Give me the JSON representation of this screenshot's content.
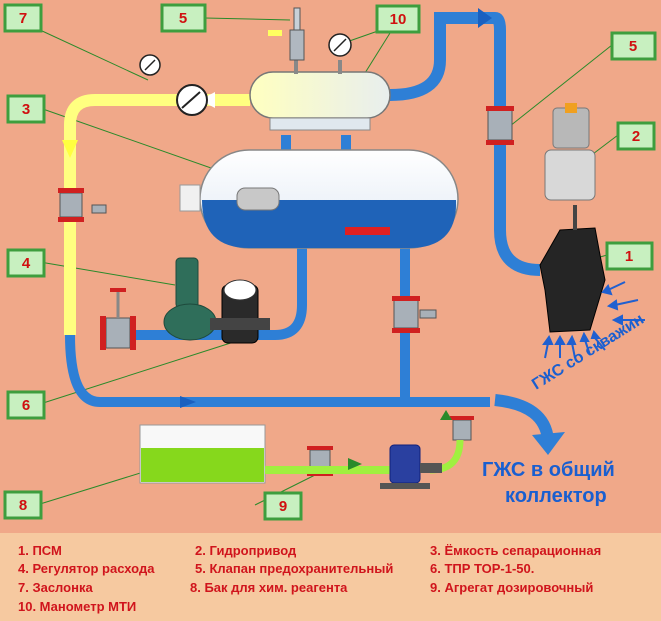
{
  "callouts": [
    {
      "num": "1"
    },
    {
      "num": "2"
    },
    {
      "num": "3"
    },
    {
      "num": "4"
    },
    {
      "num": "5"
    },
    {
      "num": "6"
    },
    {
      "num": "7"
    },
    {
      "num": "8"
    },
    {
      "num": "9"
    },
    {
      "num": "10"
    }
  ],
  "flow_labels": {
    "inflow": "ГЖС со скважин",
    "outflow_line1": "ГЖС в общий",
    "outflow_line2": "коллектор"
  },
  "legend": [
    "1. ПСМ",
    "2. Гидропривод",
    "3. Ёмкость сепарационная",
    "4. Регулятор расхода",
    "5. Клапан предохранительный",
    "6. ТПР ТОР-1-50.",
    "7. Заслонка",
    "8. Бак для хим. реагента",
    "9. Агрегат дозировочный",
    "10. Манометр МТИ"
  ],
  "colors": {
    "background": "#f0a889",
    "pipe_blue": "#2e7fd6",
    "pipe_yellow": "#ffff80",
    "pipe_green": "#a0f040",
    "label_box_fill": "#c8f0c0",
    "label_box_border": "#3e9e3e",
    "number_text": "#d01010",
    "legend_text": "#d0141c",
    "flow_text": "#1a5fd0"
  }
}
